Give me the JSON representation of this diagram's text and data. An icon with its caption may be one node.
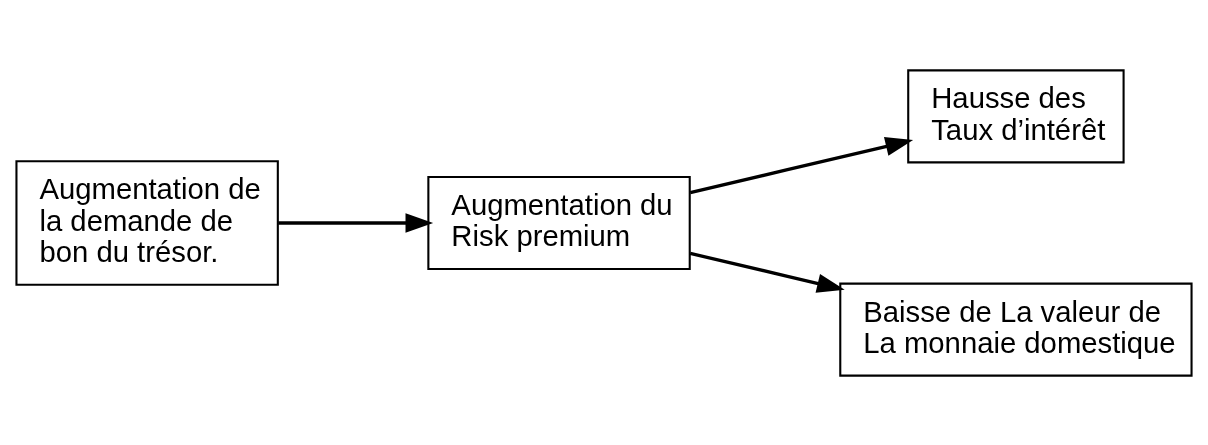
{
  "diagram": {
    "nodes": [
      {
        "text": [
          "Augmentation de la demande de bon du trésor."
        ]
      },
      {
        "text": [
          "Augmentation du Risk premium"
        ]
      },
      {
        "text": [
          "Hausse des Taux d’intérêt"
        ]
      },
      {
        "text": [
          "Baisse de La valeur de La monnaie domestique"
        ]
      }
    ],
    "edges": [
      {
        "from": 0,
        "to": 1,
        "arrow": "to"
      },
      {
        "from": 1,
        "to": 2,
        "arrow": "to"
      },
      {
        "from": 1,
        "to": 3,
        "arrow": "to"
      }
    ]
  }
}
